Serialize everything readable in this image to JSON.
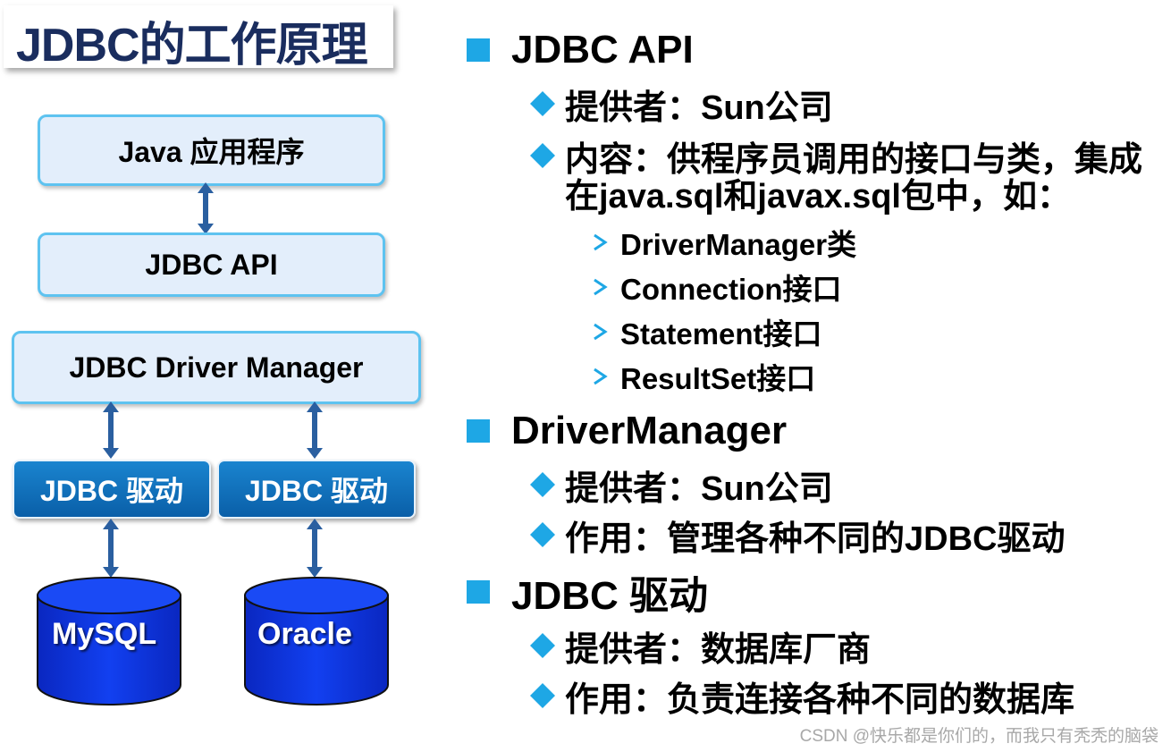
{
  "title": "JDBC的工作原理",
  "diagram": {
    "app_box": "Java 应用程序",
    "api_box": "JDBC API",
    "manager_box": "JDBC Driver Manager",
    "driver_left": "JDBC 驱动",
    "driver_right": "JDBC 驱动",
    "db_left": "MySQL",
    "db_right": "Oracle"
  },
  "bullets": {
    "api": {
      "heading": "JDBC API",
      "provider": "提供者：Sun公司",
      "content_line1": "内容：供程序员调用的接口与类，集成",
      "content_line2": "在java.sql和javax.sql包中，如：",
      "items": [
        "DriverManager类",
        "Connection接口",
        "Statement接口",
        "ResultSet接口"
      ]
    },
    "manager": {
      "heading": "DriverManager",
      "provider": "提供者：Sun公司",
      "role": "作用：管理各种不同的JDBC驱动"
    },
    "driver": {
      "heading": "JDBC 驱动",
      "provider": "提供者：数据库厂商",
      "role": "作用：负责连接各种不同的数据库"
    }
  },
  "watermark": "CSDN @快乐都是你们的，而我只有秃秃的脑袋",
  "colors": {
    "title": "#1a2d5e",
    "light_box_fill": "#e3eefb",
    "light_box_border": "#5ec3f0",
    "driver_fill": "#0a6cb8",
    "db_fill": "#0a2fd8",
    "bullet_square": "#1ea7e5",
    "bullet_diamond": "#1ea7e5",
    "arrow": "#2a5fa0"
  },
  "icons": {
    "level1": "square-bullet-icon",
    "level2": "diamond-bullet-icon",
    "level3": "chevron-right-icon",
    "arrow": "double-arrow-icon",
    "database": "database-cylinder-icon"
  }
}
